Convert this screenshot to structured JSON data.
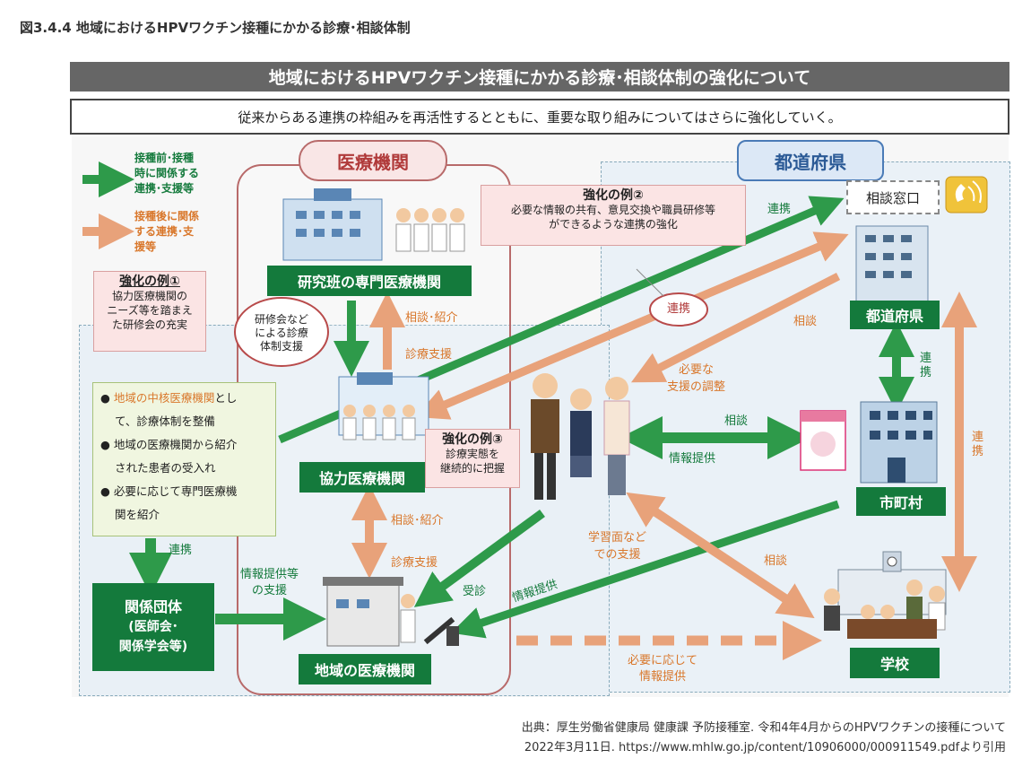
{
  "figure_title": "図3.4.4  地域におけるHPVワクチン接種にかかる診療･相談体制",
  "banner": "地域におけるHPVワクチン接種にかかる診療･相談体制の強化について",
  "subbanner": "従来からある連携の枠組みを再活性するとともに、重要な取り組みについてはさらに強化していく。",
  "legend": {
    "green": [
      "接種前･接種",
      "時に関係する",
      "連携･支援等"
    ],
    "orange": [
      "接種後に関係",
      "する連携･支",
      "援等"
    ]
  },
  "medical_label": "医療機関",
  "pref_label": "都道府県",
  "nodes": {
    "research": "研究班の専門医療機関",
    "kyoryoku": "協力医療機関",
    "chiiki": "地域の医療機関",
    "kankei": [
      "関係団体",
      "(医師会･",
      "関係学会等)"
    ],
    "soudan": "相談窓口",
    "todofuken": "都道府県",
    "shichoson": "市町村",
    "gakko": "学校"
  },
  "examples": {
    "ex1": {
      "title": "強化の例①",
      "lines": [
        "協力医療機関の",
        "ニーズ等を踏まえ",
        "た研修会の充実"
      ]
    },
    "ex2": {
      "title": "強化の例②",
      "lines": [
        "必要な情報の共有、意見交換や職員研修等",
        "ができるような連携の強化"
      ]
    },
    "ex3": {
      "title": "強化の例③",
      "lines": [
        "診療実態を",
        "継続的に把握"
      ]
    }
  },
  "oval_kenshu": [
    "研修会など",
    "による診療",
    "体制支援"
  ],
  "oval_renkei": "連携",
  "green_panel": {
    "item1_highlight": "地域の中核医療機関",
    "item1_rest": "とし",
    "item1_line2": "て、診療体制を整備",
    "item2_line1": "地域の医療機関から紹介",
    "item2_line2": "された患者の受入れ",
    "item3_line1": "必要に応じて専門医療機",
    "item3_line2": "関を紹介"
  },
  "labels": {
    "soudan_shokai_1": "相談･紹介",
    "shinryo_shien_1": "診療支援",
    "soudan_shokai_2": "相談･紹介",
    "shinryo_shien_2": "診療支援",
    "renkei_top": "連携",
    "soudan_pref": "相談",
    "hitsuyo_shien": [
      "必要な",
      "支援の調整"
    ],
    "soudan_city": "相談",
    "joho_teikyo": "情報提供",
    "renkei_right": [
      "連",
      "携"
    ],
    "renkei_far": [
      "連",
      "携"
    ],
    "renkei_left": "連携",
    "joho_teikyo_nado": [
      "情報提供等",
      "の支援"
    ],
    "jushin": "受診",
    "joho_teikyo_city": "情報提供",
    "gakushu": [
      "学習面など",
      "での支援"
    ],
    "soudan_school": "相談",
    "hitsuyo_joho": [
      "必要に応じて",
      "情報提供"
    ]
  },
  "source_lines": [
    "出典：厚生労働省健康局 健康課 予防接種室. 令和4年4月からのHPVワクチンの接種について",
    "2022年3月11日. https://www.mhlw.go.jp/content/10906000/000911549.pdfより引用"
  ],
  "colors": {
    "green": "#147a3c",
    "orange": "#e8a27a",
    "pink_border": "#b86a6a",
    "blue": "#4a7bb7"
  }
}
